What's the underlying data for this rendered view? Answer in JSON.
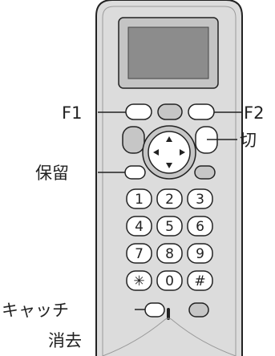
{
  "labels": {
    "f1": "F1",
    "f2": "F2",
    "off": "切",
    "hold": "保留",
    "catch_line1": "キャッチ",
    "catch_line2": "消去"
  },
  "keypad": [
    "1",
    "2",
    "3",
    "4",
    "5",
    "6",
    "7",
    "8",
    "9",
    "✳",
    "0",
    "#"
  ],
  "colors": {
    "outline": "#222222",
    "handset_body": "#dcdcdc",
    "screen_frame": "#c4c4c4",
    "screen": "#8c8c8c",
    "key_fill": "#ffffff",
    "side_key": "#c6c6c6"
  },
  "icons": {
    "up": "triangle-up",
    "down": "triangle-down",
    "left": "triangle-left",
    "right": "triangle-right"
  }
}
